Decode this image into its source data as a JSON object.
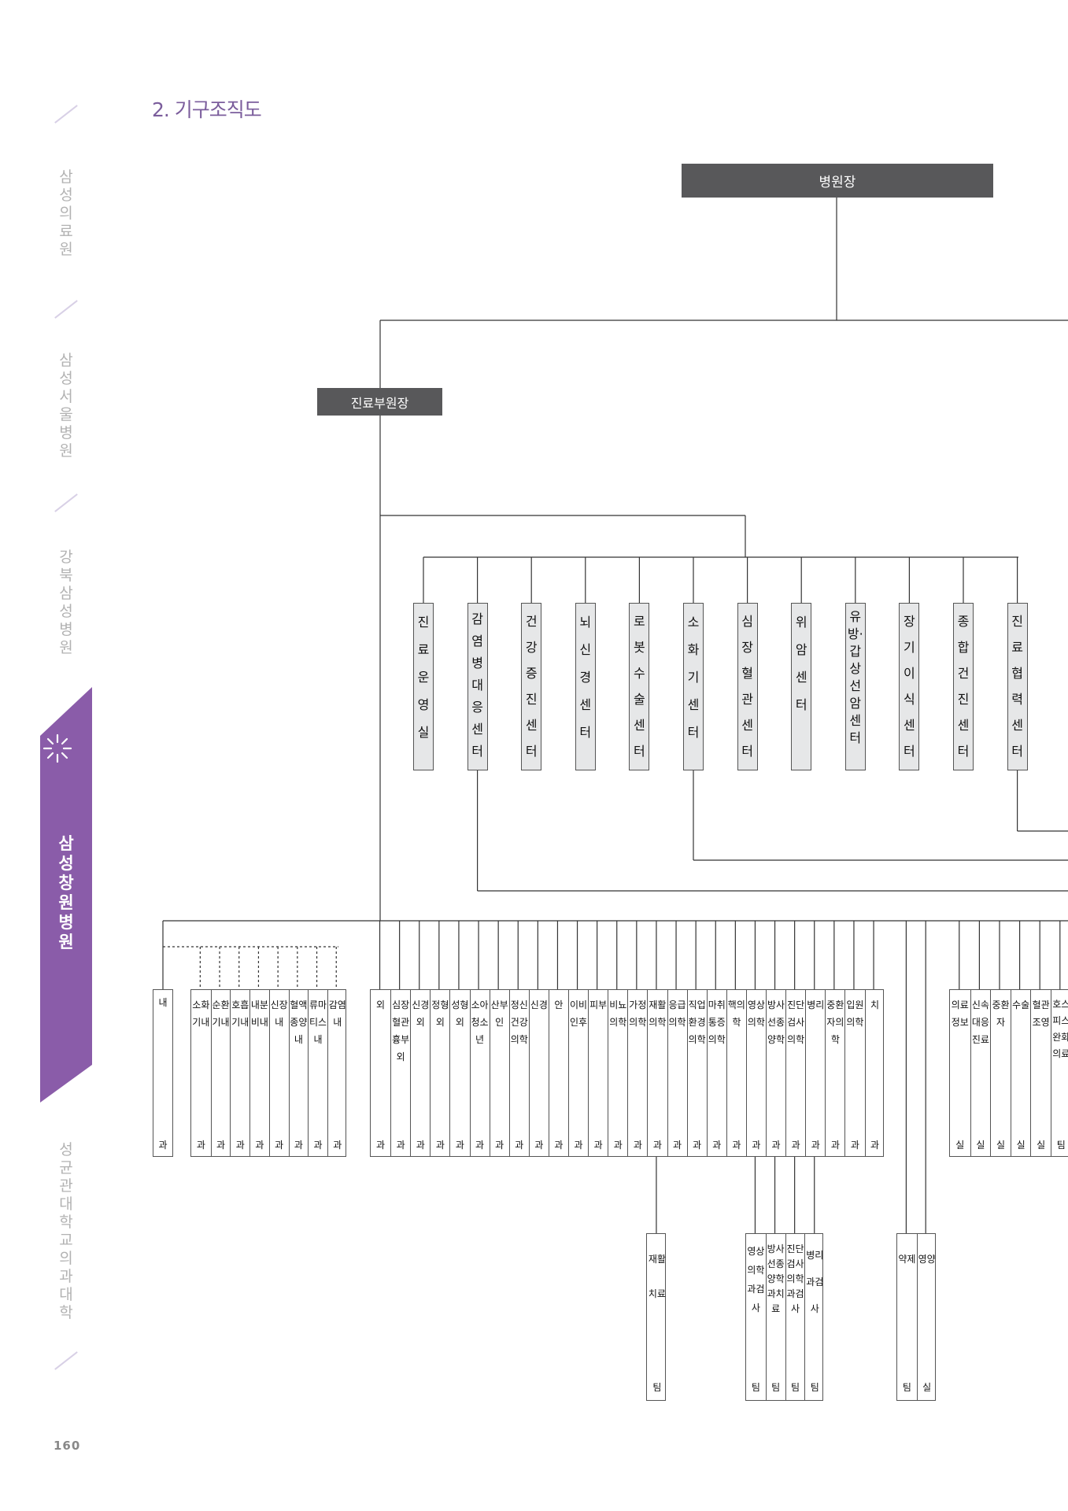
{
  "section_title": "2. 기구조직도",
  "page_number": "160",
  "nav": {
    "items": [
      "삼성의료원",
      "삼성서울병원",
      "강북삼성병원",
      "삼성창원병원",
      "성균관대학교 의과대학"
    ],
    "active": "삼성창원병원"
  },
  "colors": {
    "accent": "#8a5ca9",
    "dark_box": "#58585a",
    "center_fill": "#e6e7e8"
  },
  "chart": {
    "director": "병원장",
    "vice_director": "진료부원장",
    "centers": [
      "진료운영실",
      "감염병대응센터",
      "건강증진센터",
      "뇌신경센터",
      "로봇수술센터",
      "소화기센터",
      "심장혈관센터",
      "위암센터",
      "유방·갑상선암센터",
      "장기이식센터",
      "종합건진센터",
      "진료협력센터"
    ],
    "internal_medicine_head": "내과",
    "internal_medicine_divisions": [
      {
        "top": "소화기내",
        "bottom": "과"
      },
      {
        "top": "순환기내",
        "bottom": "과"
      },
      {
        "top": "호흡기내",
        "bottom": "과"
      },
      {
        "top": "내분비내",
        "bottom": "과"
      },
      {
        "top": "신장내",
        "bottom": "과"
      },
      {
        "top": "혈액종양내",
        "bottom": "과"
      },
      {
        "top": "류마티스내",
        "bottom": "과"
      },
      {
        "top": "감염내",
        "bottom": "과"
      }
    ],
    "departments": [
      {
        "top": "외",
        "bottom": "과"
      },
      {
        "top": "심장혈관흉부외",
        "bottom": "과"
      },
      {
        "top": "신경외",
        "bottom": "과"
      },
      {
        "top": "정형외",
        "bottom": "과"
      },
      {
        "top": "성형외",
        "bottom": "과"
      },
      {
        "top": "소아청소년",
        "bottom": "과"
      },
      {
        "top": "산부인",
        "bottom": "과"
      },
      {
        "top": "정신건강의학",
        "bottom": "과"
      },
      {
        "top": "신경",
        "bottom": "과"
      },
      {
        "top": "안",
        "bottom": "과"
      },
      {
        "top": "이비인후",
        "bottom": "과"
      },
      {
        "top": "피부",
        "bottom": "과"
      },
      {
        "top": "비뇨의학",
        "bottom": "과"
      },
      {
        "top": "가정의학",
        "bottom": "과"
      },
      {
        "top": "재활의학",
        "bottom": "과"
      },
      {
        "top": "응급의학",
        "bottom": "과"
      },
      {
        "top": "직업환경의학",
        "bottom": "과"
      },
      {
        "top": "마취통증의학",
        "bottom": "과"
      },
      {
        "top": "핵의학",
        "bottom": "과"
      },
      {
        "top": "영상의학",
        "bottom": "과"
      },
      {
        "top": "방사선종양학",
        "bottom": "과"
      },
      {
        "top": "진단검사의학",
        "bottom": "과"
      },
      {
        "top": "병리",
        "bottom": "과"
      },
      {
        "top": "중환자의학",
        "bottom": "과"
      },
      {
        "top": "입원의학",
        "bottom": "과"
      },
      {
        "top": "치",
        "bottom": "과"
      }
    ],
    "rehab_team": {
      "top": "재활치료",
      "bottom": "팀"
    },
    "tech_teams": [
      {
        "top": "영상의학과검사",
        "bottom": "팀"
      },
      {
        "top": "방사선종양학과치료",
        "bottom": "팀"
      },
      {
        "top": "진단검사의학과검사",
        "bottom": "팀"
      },
      {
        "top": "병리과검사",
        "bottom": "팀"
      }
    ],
    "pharmacy_teams": [
      {
        "top": "약제",
        "bottom": "팀"
      },
      {
        "top": "영양",
        "bottom": "실"
      }
    ],
    "support_units": [
      {
        "top": "의료정보",
        "bottom": "실"
      },
      {
        "top": "신속대응진료",
        "bottom": "실"
      },
      {
        "top": "중환자",
        "bottom": "실"
      },
      {
        "top": "수술",
        "bottom": "실"
      },
      {
        "top": "혈관조영",
        "bottom": "실"
      },
      {
        "top": "호스피스완화의료",
        "bottom": "팀"
      }
    ]
  }
}
